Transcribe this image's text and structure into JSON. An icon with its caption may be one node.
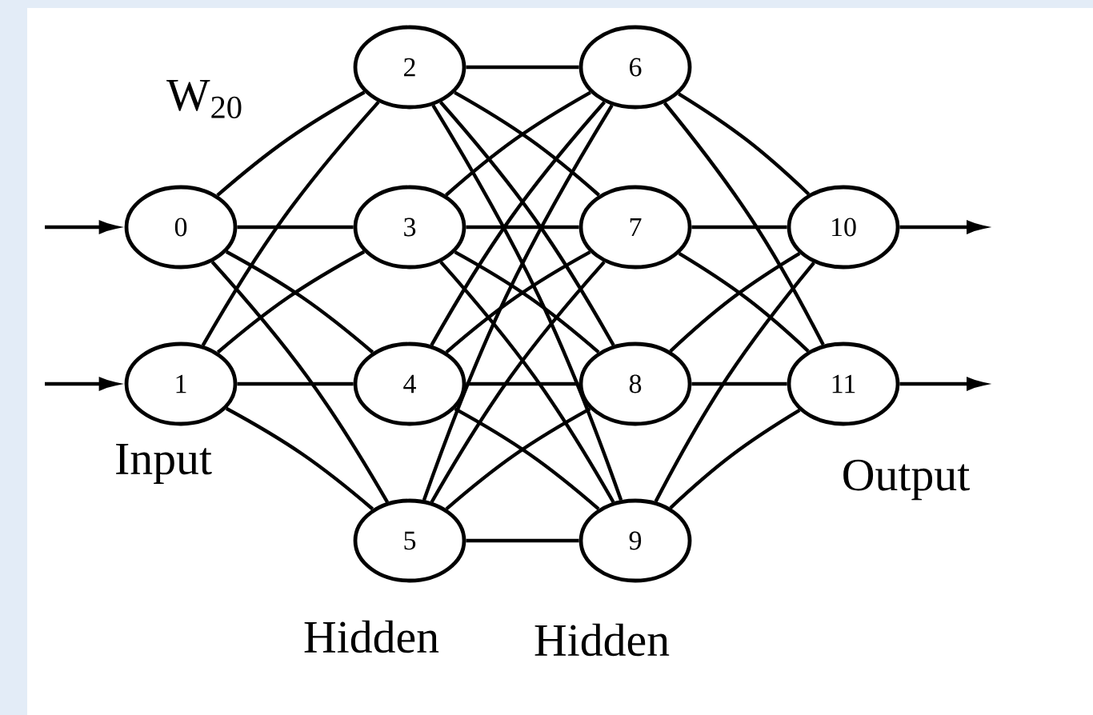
{
  "diagram": {
    "nodes": [
      {
        "text": [
          "0"
        ]
      },
      {
        "text": [
          "1"
        ]
      },
      {
        "text": [
          "2"
        ]
      },
      {
        "text": [
          "3"
        ]
      },
      {
        "text": [
          "4"
        ]
      },
      {
        "text": [
          "5"
        ]
      },
      {
        "text": [
          "6"
        ]
      },
      {
        "text": [
          "7"
        ]
      },
      {
        "text": [
          "8"
        ]
      },
      {
        "text": [
          "9"
        ]
      },
      {
        "text": [
          "10"
        ]
      },
      {
        "text": [
          "11"
        ]
      }
    ],
    "edges": [
      {
        "from": null,
        "to": 0,
        "arrow": "to"
      },
      {
        "from": null,
        "to": 1,
        "arrow": "to"
      },
      {
        "from": 0,
        "to": 2,
        "arrow": "none"
      },
      {
        "from": 0,
        "to": 3,
        "arrow": "none"
      },
      {
        "from": 0,
        "to": 4,
        "arrow": "none"
      },
      {
        "from": 0,
        "to": 5,
        "arrow": "none"
      },
      {
        "from": 1,
        "to": 2,
        "arrow": "none"
      },
      {
        "from": 1,
        "to": 3,
        "arrow": "none"
      },
      {
        "from": 1,
        "to": 4,
        "arrow": "none"
      },
      {
        "from": 1,
        "to": 5,
        "arrow": "none"
      },
      {
        "from": 2,
        "to": 6,
        "arrow": "none"
      },
      {
        "from": 2,
        "to": 7,
        "arrow": "none"
      },
      {
        "from": 2,
        "to": 8,
        "arrow": "none"
      },
      {
        "from": 2,
        "to": 9,
        "arrow": "none"
      },
      {
        "from": 3,
        "to": 6,
        "arrow": "none"
      },
      {
        "from": 3,
        "to": 7,
        "arrow": "none"
      },
      {
        "from": 3,
        "to": 8,
        "arrow": "none"
      },
      {
        "from": 3,
        "to": 9,
        "arrow": "none"
      },
      {
        "from": 4,
        "to": 6,
        "arrow": "none"
      },
      {
        "from": 4,
        "to": 7,
        "arrow": "none"
      },
      {
        "from": 4,
        "to": 8,
        "arrow": "none"
      },
      {
        "from": 4,
        "to": 9,
        "arrow": "none"
      },
      {
        "from": 5,
        "to": 6,
        "arrow": "none"
      },
      {
        "from": 5,
        "to": 7,
        "arrow": "none"
      },
      {
        "from": 5,
        "to": 8,
        "arrow": "none"
      },
      {
        "from": 5,
        "to": 9,
        "arrow": "none"
      },
      {
        "from": 6,
        "to": 10,
        "arrow": "none"
      },
      {
        "from": 6,
        "to": 11,
        "arrow": "none"
      },
      {
        "from": 7,
        "to": 10,
        "arrow": "none"
      },
      {
        "from": 7,
        "to": 11,
        "arrow": "none"
      },
      {
        "from": 8,
        "to": 10,
        "arrow": "none"
      },
      {
        "from": 8,
        "to": 11,
        "arrow": "none"
      },
      {
        "from": 9,
        "to": 10,
        "arrow": "none"
      },
      {
        "from": 9,
        "to": 11,
        "arrow": "none"
      },
      {
        "from": 10,
        "to": null,
        "arrow": "to"
      },
      {
        "from": 11,
        "to": null,
        "arrow": "to"
      }
    ],
    "labels": [
      "W$_{20}$",
      "Input",
      "Hidden",
      "Hidden",
      "Output"
    ]
  }
}
